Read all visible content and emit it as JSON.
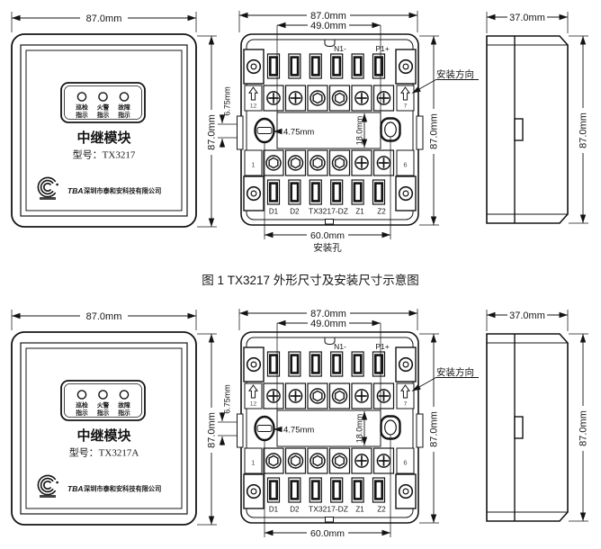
{
  "page": {
    "background": "#ffffff",
    "line_color": "#141414"
  },
  "figures": [
    {
      "front": {
        "top_dim": "87.0mm",
        "right_dim": "87.0mm",
        "led_labels": [
          {
            "l1": "巡检",
            "l2": "指示"
          },
          {
            "l1": "火警",
            "l2": "指示"
          },
          {
            "l1": "故障",
            "l2": "指示"
          }
        ],
        "title": "中继模块",
        "model": "型号：TX3217",
        "brand": "TBA",
        "company": "深圳市泰和安科技有限公司"
      },
      "back": {
        "top_dim": "87.0mm",
        "inner_dim": "49.0mm",
        "left_dim": "6.75mm",
        "slot_dim": "4.75mm",
        "recess_dim": "18.0mm",
        "right_dim": "87.0mm",
        "bottom_dim": "60.0mm",
        "mount_hole_label": "安装孔",
        "direction_label": "安装方向",
        "pin_top_left": "12",
        "pin_top_right": "7",
        "pin_bottom_left": "1",
        "pin_bottom_right": "6",
        "n1": "N1-",
        "p1": "P1+",
        "d1": "D1",
        "d2": "D2",
        "dz": "TX3217-DZ",
        "z1": "Z1",
        "z2": "Z2"
      },
      "side": {
        "top_dim": "37.0mm",
        "right_dim": "87.0mm"
      },
      "caption": "图 1 TX3217 外形尺寸及安装尺寸示意图"
    },
    {
      "front": {
        "top_dim": "87.0mm",
        "right_dim": "87.0mm",
        "led_labels": [
          {
            "l1": "巡检",
            "l2": "指示"
          },
          {
            "l1": "火警",
            "l2": "指示"
          },
          {
            "l1": "故障",
            "l2": "指示"
          }
        ],
        "title": "中继模块",
        "model": "型号：TX3217A",
        "brand": "TBA",
        "company": "深圳市泰和安科技有限公司"
      },
      "back": {
        "top_dim": "87.0mm",
        "inner_dim": "49.0mm",
        "left_dim": "6.75mm",
        "slot_dim": "4.75mm",
        "recess_dim": "18.0mm",
        "right_dim": "87.0mm",
        "bottom_dim": "60.0mm",
        "direction_label": "安装方向",
        "pin_top_left": "12",
        "pin_top_right": "7",
        "pin_bottom_left": "1",
        "pin_bottom_right": "6",
        "n1": "N1-",
        "p1": "P1+",
        "d1": "D1",
        "d2": "D2",
        "dz": "TX3217-DZ",
        "z1": "Z1",
        "z2": "Z2"
      },
      "side": {
        "top_dim": "37.0mm",
        "right_dim": "87.0mm"
      }
    }
  ]
}
